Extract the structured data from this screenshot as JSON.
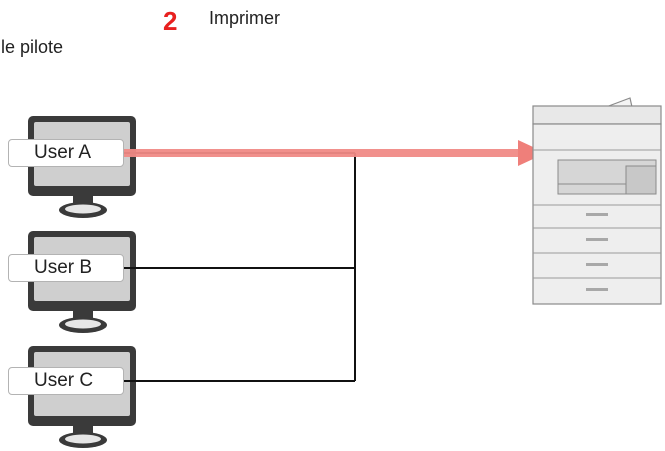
{
  "header": {
    "step_number": "2",
    "step_label": "Imprimer",
    "previous_step_text": "le pilote"
  },
  "computers": [
    {
      "label": "User A"
    },
    {
      "label": "User B"
    },
    {
      "label": "User C"
    }
  ],
  "colors": {
    "step_number": "#e8201f",
    "highlight_arrow": "#f08a86",
    "network_line": "#111111",
    "monitor_frame": "#3a3a3a",
    "printer_body": "#eeeeee"
  }
}
